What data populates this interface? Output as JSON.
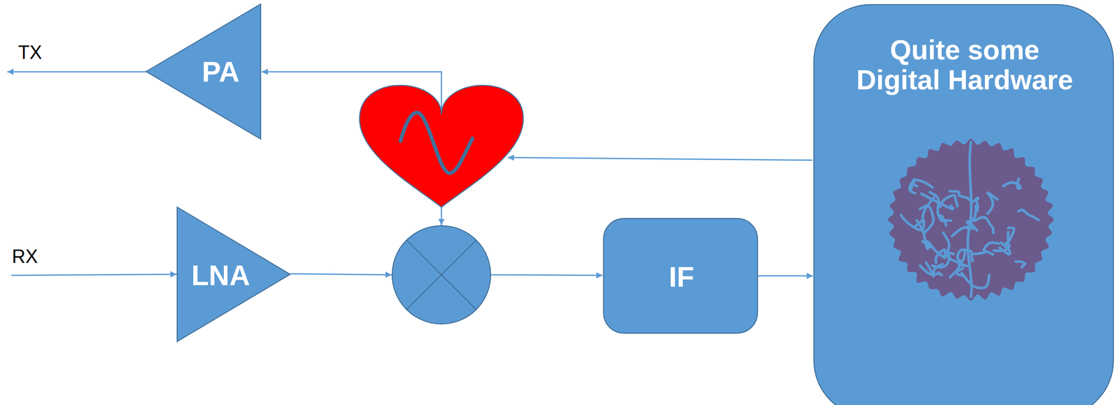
{
  "diagram": {
    "nodes": [
      {
        "text": [
          "PA"
        ]
      },
      {
        "text": [
          "LNA"
        ]
      },
      {
        "text": [
          "IF"
        ]
      },
      {
        "text": [
          "Quite some Digital Hardware"
        ]
      }
    ],
    "edges": [
      {
        "from": 2,
        "to": 3,
        "arrow": "to"
      }
    ],
    "labels": [
      "TX",
      "RX"
    ]
  }
}
